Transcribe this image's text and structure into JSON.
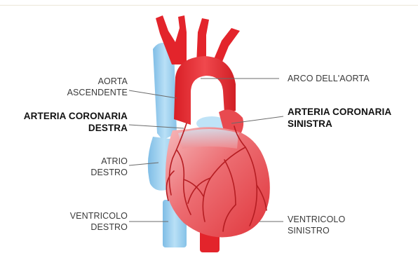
{
  "labels": {
    "aorta_ascendente": [
      "AORTA",
      "ASCENDENTE"
    ],
    "arteria_coronaria_destra": [
      "ARTERIA CORONARIA",
      "DESTRA"
    ],
    "atrio_destro": [
      "ATRIO",
      "DESTRO"
    ],
    "ventricolo_destro": [
      "VENTRICOLO",
      "DESTRO"
    ],
    "arco_aorta": "ARCO DELL'AORTA",
    "arteria_coronaria_sinistra": [
      "ARTERIA CORONARIA",
      "SINISTRA"
    ],
    "ventricolo_sinistro": [
      "VENTRICOLO",
      "SINISTRO"
    ]
  },
  "colors": {
    "heart_red": "#e8454b",
    "heart_light": "#f3a5a8",
    "aorta_red": "#e3242b",
    "vein_blue": "#9fd0ef",
    "vessel_dark": "#b51d22"
  }
}
